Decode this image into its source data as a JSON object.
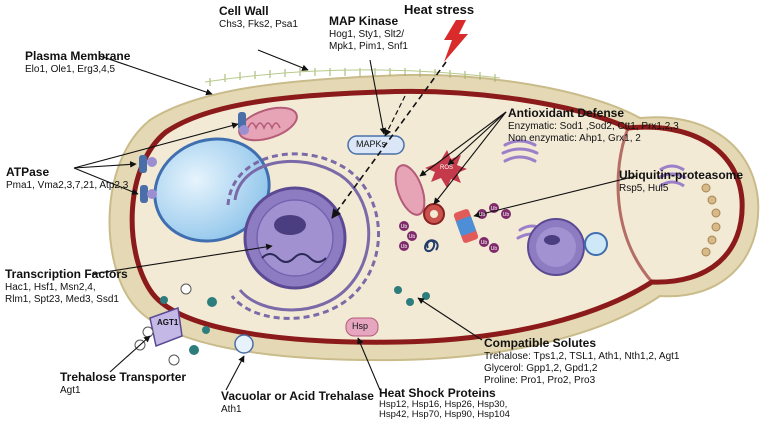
{
  "heat": {
    "label": "Heat stress"
  },
  "cell_wall": {
    "title": "Cell Wall",
    "genes": "Chs3, Fks2, Psa1"
  },
  "map_kinase": {
    "title": "MAP Kinase",
    "line1": "Hog1, Sty1, Slt2/",
    "line2": "Mpk1, Pim1, Snf1"
  },
  "plasma_membrane": {
    "title": "Plasma Membrane",
    "genes": "Elo1, Ole1, Erg3,4,5"
  },
  "atpase": {
    "title": "ATPase",
    "genes": "Pma1, Vma2,3,7,21, Atp2,3"
  },
  "antioxidant": {
    "title": "Antioxidant Defense",
    "enzymatic": "Enzymatic: Sod1 ,Sod2, Ctt1, Prx1,2,3",
    "nonenzymatic": "Non enzymatic: Ahp1, Grx1, 2"
  },
  "ubiquitin": {
    "title": "Ubiquitin-proteasome",
    "genes": "Rsp5, Hul5"
  },
  "transcription": {
    "title": "Transcription Factors",
    "line1": "Hac1, Hsf1, Msn2,4,",
    "line2": "Rlm1, Spt23, Med3, Ssd1"
  },
  "compatible": {
    "title": "Compatible Solutes",
    "trehalose": "Trehalose: Tps1,2, TSL1, Ath1, Nth1,2, Agt1",
    "glycerol": "Glycerol: Gpp1,2, Gpd1,2",
    "proline": "Proline: Pro1, Pro2, Pro3"
  },
  "trehalose_transporter": {
    "title": "Trehalose Transporter",
    "genes": "Agt1"
  },
  "vacuolar": {
    "title": "Vacuolar or Acid Trehalase",
    "genes": "Ath1"
  },
  "hsp_box": {
    "title": "Heat Shock Proteins",
    "line1": "Hsp12, Hsp16, Hsp26, Hsp30,",
    "line2": "Hsp42, Hsp70, Hsp90, Hsp104"
  },
  "inner_labels": {
    "mapks": "MAPKs",
    "hsp": "Hsp",
    "agt1": "AGT1",
    "ros": "ROS",
    "ub": "Ub"
  },
  "colors": {
    "wall": "#e4d9b4",
    "membrane": "#8b1a1a",
    "cytoplasm": "#f3ead6",
    "vacuole": "#a9d4f0",
    "nucleus": "#8e7cc3",
    "heat": "#d92b2b"
  }
}
